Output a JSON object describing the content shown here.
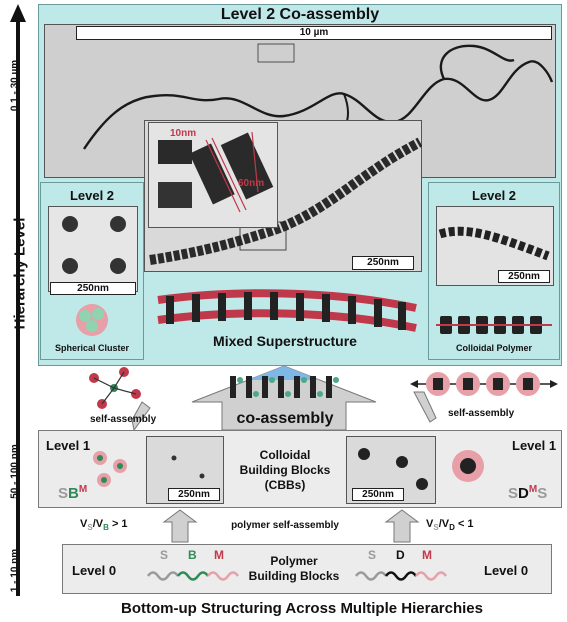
{
  "hierarchy": {
    "axis_title": "Hierarchy Level",
    "scale_top": "0.1 - 30 µm",
    "scale_mid": "50 - 100 nm",
    "scale_bot": "1 - 10 nm"
  },
  "level2_main": {
    "title": "Level 2 Co-assembly",
    "scale_10um": "10 µm",
    "zoom_10nm": "10nm",
    "zoom_60nm": "60nm",
    "scale_250nm": "250nm"
  },
  "level2_left": {
    "title": "Level 2",
    "scale": "250nm",
    "caption": "Spherical Cluster"
  },
  "level2_right": {
    "title": "Level 2",
    "scale": "250nm",
    "caption": "Colloidal Polymer"
  },
  "mixed": {
    "caption": "Mixed Superstructure"
  },
  "arrows": {
    "self_assembly_left": "self-assembly",
    "self_assembly_right": "self-assembly",
    "co_assembly": "co-assembly"
  },
  "level1": {
    "left_title": "Level 1",
    "right_title": "Level 1",
    "left_formula_s": "S",
    "left_formula_b": "B",
    "left_formula_m": "M",
    "right_formula_s1": "S",
    "right_formula_d": "D",
    "right_formula_m": "M",
    "right_formula_s2": "S",
    "center_line1": "Colloidal",
    "center_line2": "Building Blocks",
    "center_line3": "(CBBs)",
    "scale_left": "250nm",
    "scale_right": "250nm"
  },
  "transition": {
    "left_ratio": "> 1",
    "center": "polymer self-assembly",
    "right_ratio": "< 1"
  },
  "level0": {
    "left_title": "Level 0",
    "right_title": "Level 0",
    "center_line1": "Polymer",
    "center_line2": "Building Blocks",
    "s1": "S",
    "b": "B",
    "m1": "M",
    "s2": "S",
    "d": "D",
    "m2": "M"
  },
  "footer": {
    "title": "Bottom-up Structuring Across Multiple Hierarchies"
  },
  "colors": {
    "panel_teal": "#bfe8e8",
    "panel_border": "#6a9a9a",
    "s_grey": "#9a9a9a",
    "b_green": "#2e8b57",
    "m_red": "#c0394b",
    "d_black": "#111111"
  }
}
